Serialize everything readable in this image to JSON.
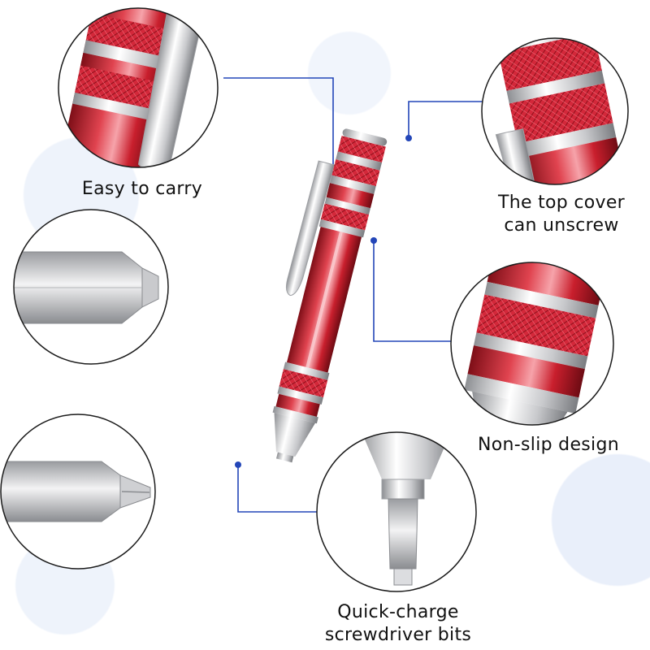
{
  "callouts": {
    "carry": "Easy to carry",
    "top_cover_line1": "The top cover",
    "top_cover_line2": "can unscrew",
    "non_slip": "Non-slip design",
    "bits_line1": "Quick-charge",
    "bits_line2": "screwdriver bits"
  },
  "colors": {
    "accent_line": "#2346b8",
    "metal_red": "#d8313f",
    "chrome": "#d9dadc"
  }
}
